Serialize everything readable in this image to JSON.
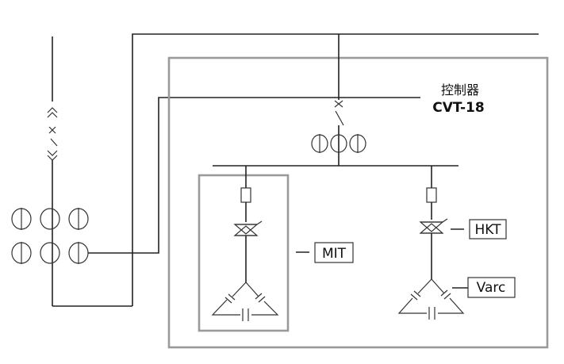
{
  "controller": {
    "title": "控制器",
    "model": "CVT-18"
  },
  "labels": {
    "mit": "MIT",
    "hkt": "HKT",
    "varc": "Varc"
  }
}
